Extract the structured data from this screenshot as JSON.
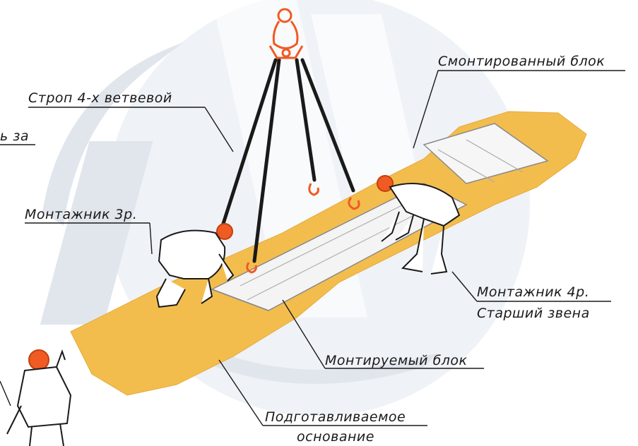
{
  "labels": {
    "mounted_block": "Смонтированный блок",
    "sling": "Строп 4-х ветвевой",
    "cut_text": "ь за",
    "installer_3": "Монтажник 3р.",
    "installer_4_line1": "Монтажник 4р.",
    "installer_4_line2": "Старший звена",
    "mounting_block": "Монтируемый блок",
    "base_line1": "Подготавливаемое",
    "base_line2": "основание"
  },
  "colors": {
    "sand": "#f3bd4e",
    "watermark": "#d5dde8",
    "watermark_dark": "#b9c6d6",
    "rigging": "#f05a23",
    "line": "#1a1a1a"
  }
}
